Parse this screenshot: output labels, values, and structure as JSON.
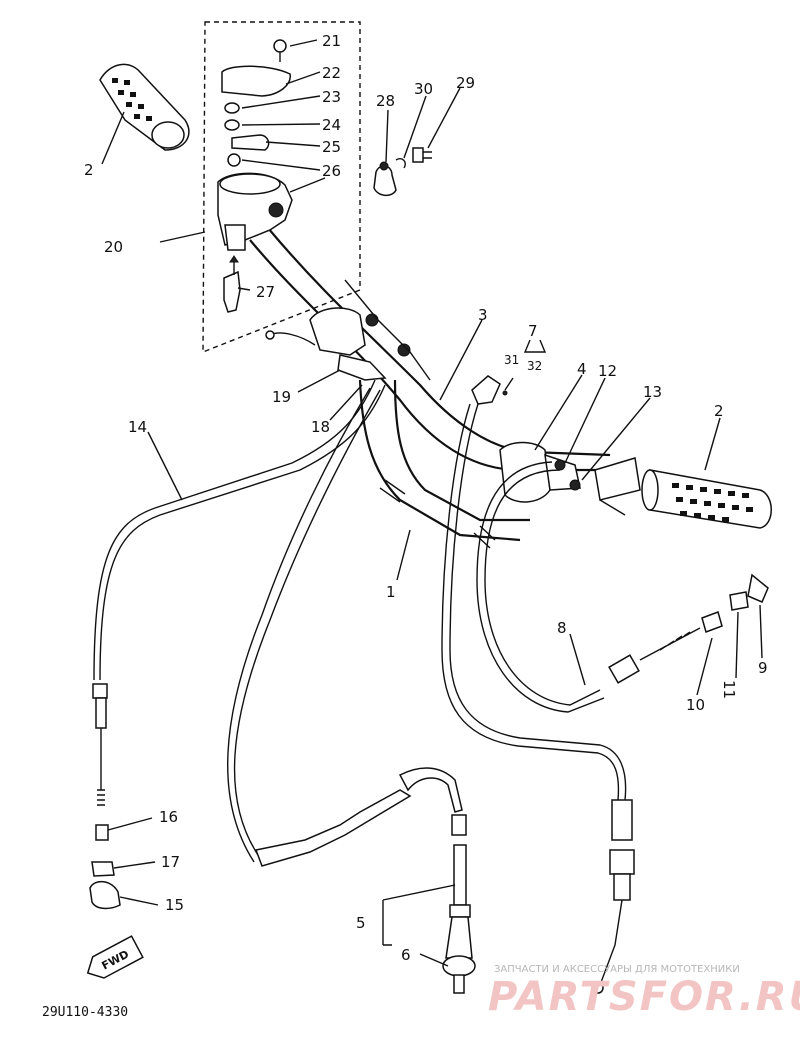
{
  "callouts": {
    "c1": "1",
    "c2a": "2",
    "c2b": "2",
    "c3": "3",
    "c4": "4",
    "c5": "5",
    "c6": "6",
    "c7": "7",
    "c8": "8",
    "c9": "9",
    "c10": "10",
    "c11": "11",
    "c12": "12",
    "c13": "13",
    "c14": "14",
    "c15": "15",
    "c16": "16",
    "c17": "17",
    "c18": "18",
    "c19": "19",
    "c20": "20",
    "c21": "21",
    "c22": "22",
    "c23": "23",
    "c24": "24",
    "c25": "25",
    "c26": "26",
    "c27": "27",
    "c28": "28",
    "c29": "29",
    "c30": "30",
    "c31": "31",
    "c32": "32"
  },
  "fwd_label": "FWD",
  "drawing_code": "29U110-4330",
  "watermark": {
    "caption": "ЗАПЧАСТИ И АКСЕССУАРЫ ДЛЯ МОТОТЕХНИКИ",
    "site": "PARTSFOR.RU"
  }
}
